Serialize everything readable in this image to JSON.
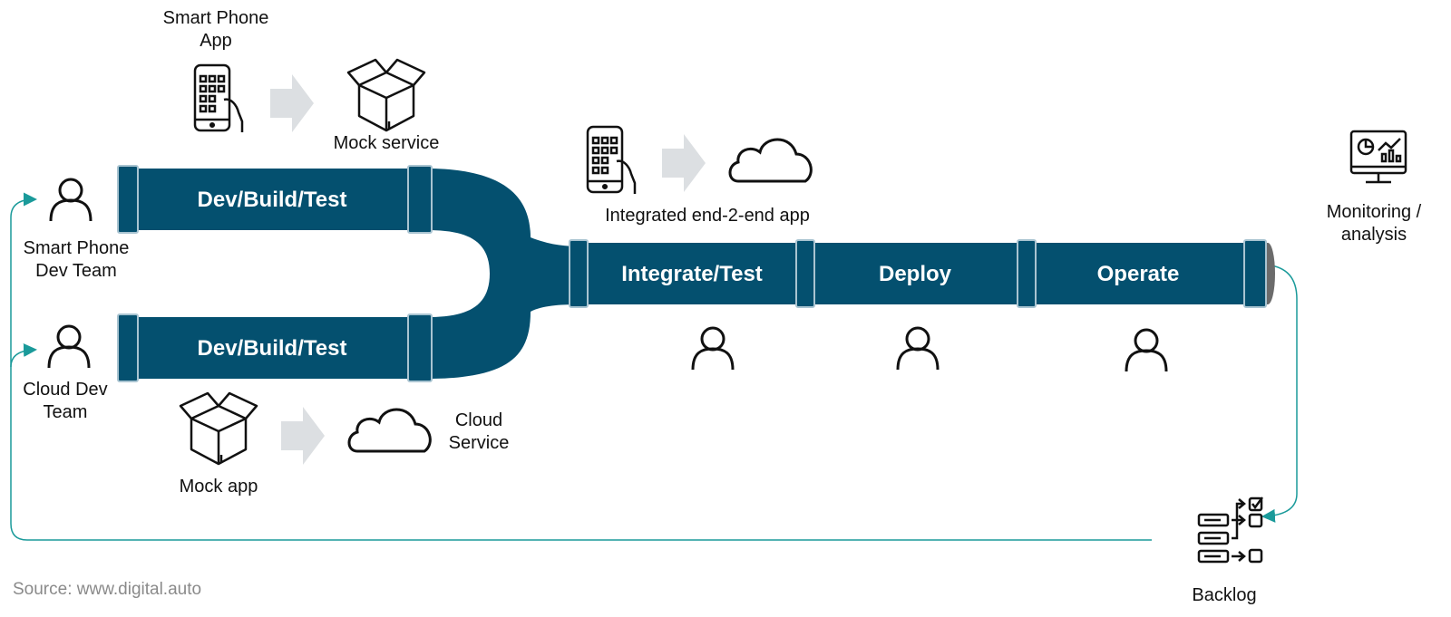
{
  "colors": {
    "pipe": "#04506f",
    "pipe_seam": "#a9c4d1",
    "arrow_block": "#dcdfe2",
    "feedback": "#1a9a9a",
    "icon_stroke": "#111111"
  },
  "top_lane": {
    "app_label": "Smart Phone App",
    "mock_label": "Mock service",
    "team_label": "Smart Phone Dev Team",
    "stage_label": "Dev/Build/Test"
  },
  "bottom_lane": {
    "team_label": "Cloud Dev Team",
    "stage_label": "Dev/Build/Test",
    "mock_label": "Mock app",
    "service_label": "Cloud Service"
  },
  "integrated": {
    "label": "Integrated end-2-end app"
  },
  "main_pipe": {
    "stages": [
      "Integrate/Test",
      "Deploy",
      "Operate"
    ]
  },
  "monitoring": {
    "label": "Monitoring / analysis"
  },
  "backlog": {
    "label": "Backlog"
  },
  "source": "Source: www.digital.auto",
  "icons": [
    "smartphone-icon",
    "box-icon",
    "cloud-icon",
    "person-icon",
    "monitor-chart-icon",
    "backlog-list-icon",
    "block-arrow-icon"
  ]
}
